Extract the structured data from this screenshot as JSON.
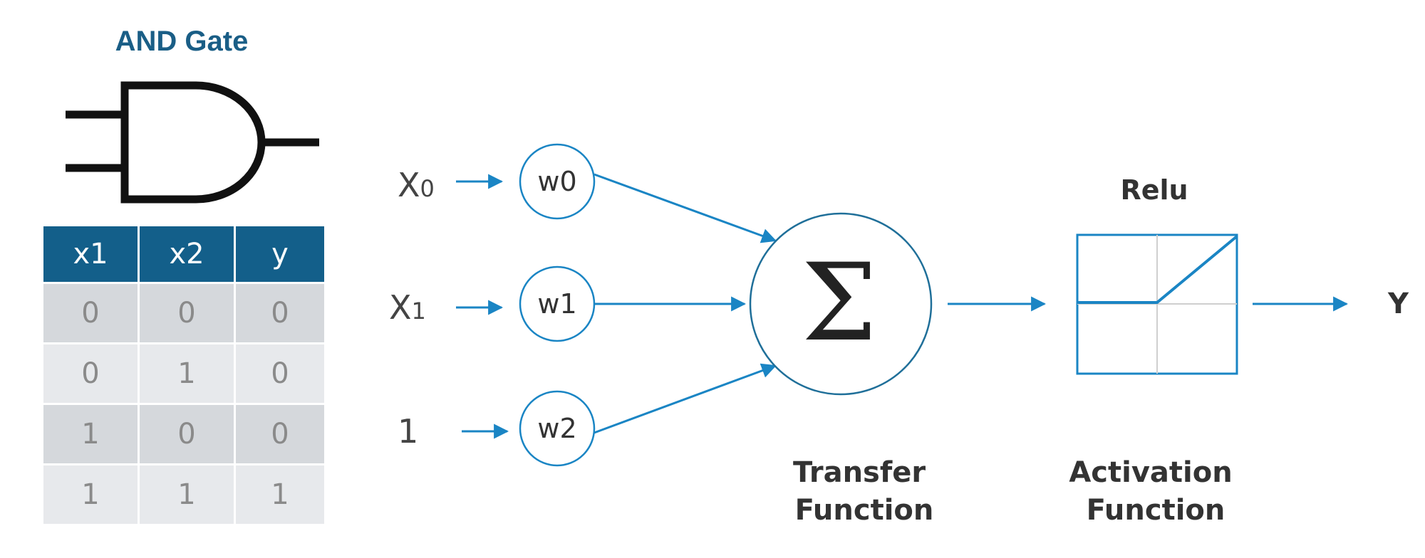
{
  "and_gate": {
    "title": "AND Gate",
    "table": {
      "headers": [
        "x1",
        "x2",
        "y"
      ],
      "rows": [
        [
          "0",
          "0",
          "0"
        ],
        [
          "0",
          "1",
          "0"
        ],
        [
          "1",
          "0",
          "0"
        ],
        [
          "1",
          "1",
          "1"
        ]
      ]
    }
  },
  "perceptron": {
    "inputs": [
      {
        "label": "X",
        "subscript": "0",
        "weight": "w0"
      },
      {
        "label": "X",
        "subscript": "1",
        "weight": "w1"
      },
      {
        "label": "1",
        "subscript": "",
        "weight": "w2"
      }
    ],
    "sum_symbol": "Σ",
    "transfer_label": [
      "Transfer",
      "Function"
    ],
    "activation_title": "Relu",
    "activation_label": [
      "Activation",
      "Function"
    ],
    "output": "Y"
  },
  "colors": {
    "accent": "#1a85c4",
    "header": "#135f8a",
    "title": "#1a5e86"
  }
}
